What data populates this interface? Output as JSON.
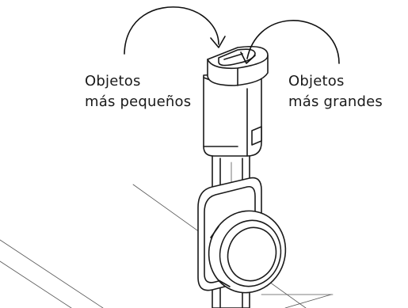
{
  "labels": {
    "smaller_line1": "Objetos",
    "smaller_line2": "más pequeños",
    "larger_line1": "Objetos",
    "larger_line2": "más grandes"
  },
  "colors": {
    "line": "#1a1a1a",
    "background": "#ffffff"
  }
}
